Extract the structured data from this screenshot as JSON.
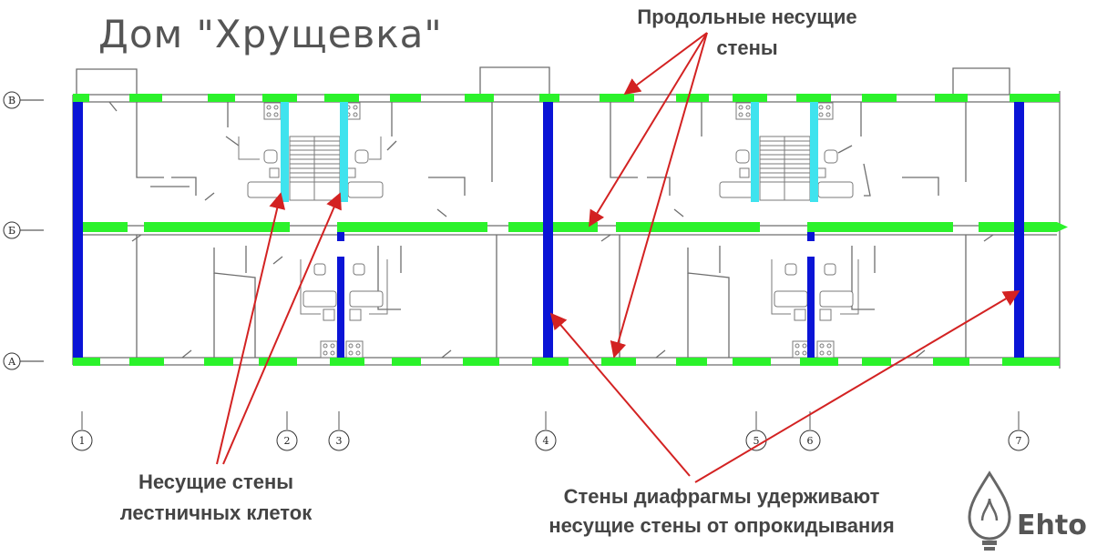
{
  "title": "Дом \"Хрущевка\"",
  "labels": {
    "longitudinal_line1": "Продольные несущие",
    "longitudinal_line2": "стены",
    "stair_line1": "Несущие стены",
    "stair_line2": "лестничных клеток",
    "diaphragm_line1": "Стены диафрагмы удерживают",
    "diaphragm_line2": "несущие стены от опрокидывания"
  },
  "row_axes": [
    "В",
    "Б",
    "А"
  ],
  "column_axes": [
    "1",
    "2",
    "3",
    "4",
    "5",
    "6",
    "7"
  ],
  "logo_text": "Ehto",
  "colors": {
    "longitudinal_wall": "#2bf22b",
    "transverse_wall": "#0a14d6",
    "stair_wall": "#3fe3ee",
    "arrow": "#d32222",
    "title": "#555555",
    "label": "#444444"
  }
}
